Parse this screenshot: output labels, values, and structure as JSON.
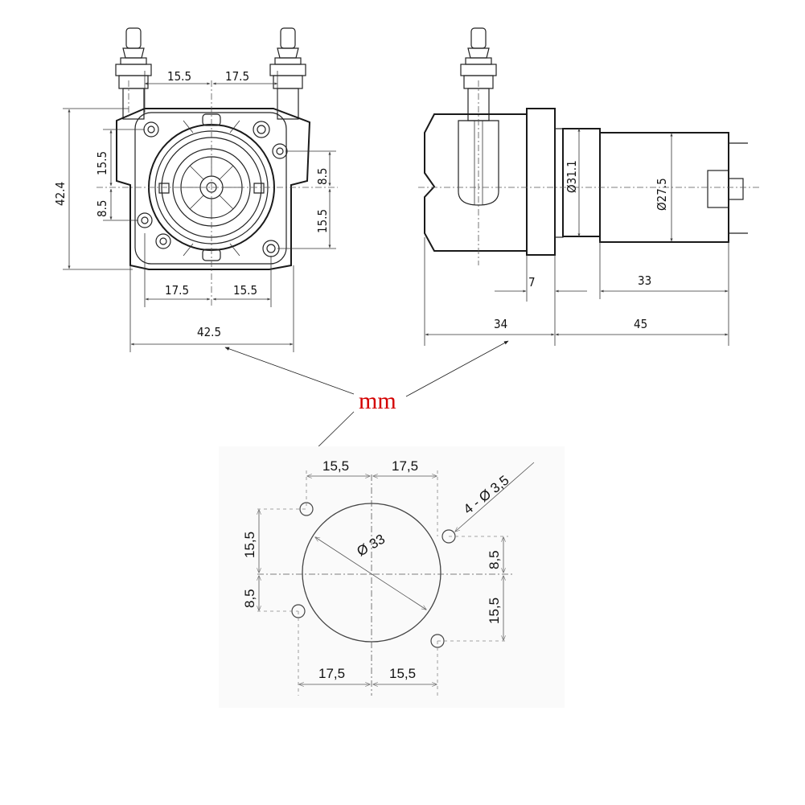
{
  "unit_label": "mm",
  "unit_color": "#d40000",
  "front_view": {
    "top_left": "15.5",
    "top_right": "17.5",
    "left_upper": "15.5",
    "left_lower": "8.5",
    "right_upper": "8.5",
    "right_lower": "15.5",
    "height": "42.4",
    "bottom_left": "17.5",
    "bottom_right": "15.5",
    "width": "42.5"
  },
  "side_view": {
    "flange_dia": "Ø31.1",
    "motor_dia": "Ø27.5",
    "flange_thickness": "7",
    "motor_tail": "33",
    "head_length": "34",
    "motor_length": "45"
  },
  "mount_view": {
    "top_left": "15,5",
    "top_right": "17,5",
    "holes": "4 - Ø 3,5",
    "circle_dia": "Ø 33",
    "left_upper": "15,5",
    "left_lower": "8,5",
    "right_upper": "8,5",
    "right_lower": "15,5",
    "bottom_left": "17,5",
    "bottom_right": "15,5"
  }
}
